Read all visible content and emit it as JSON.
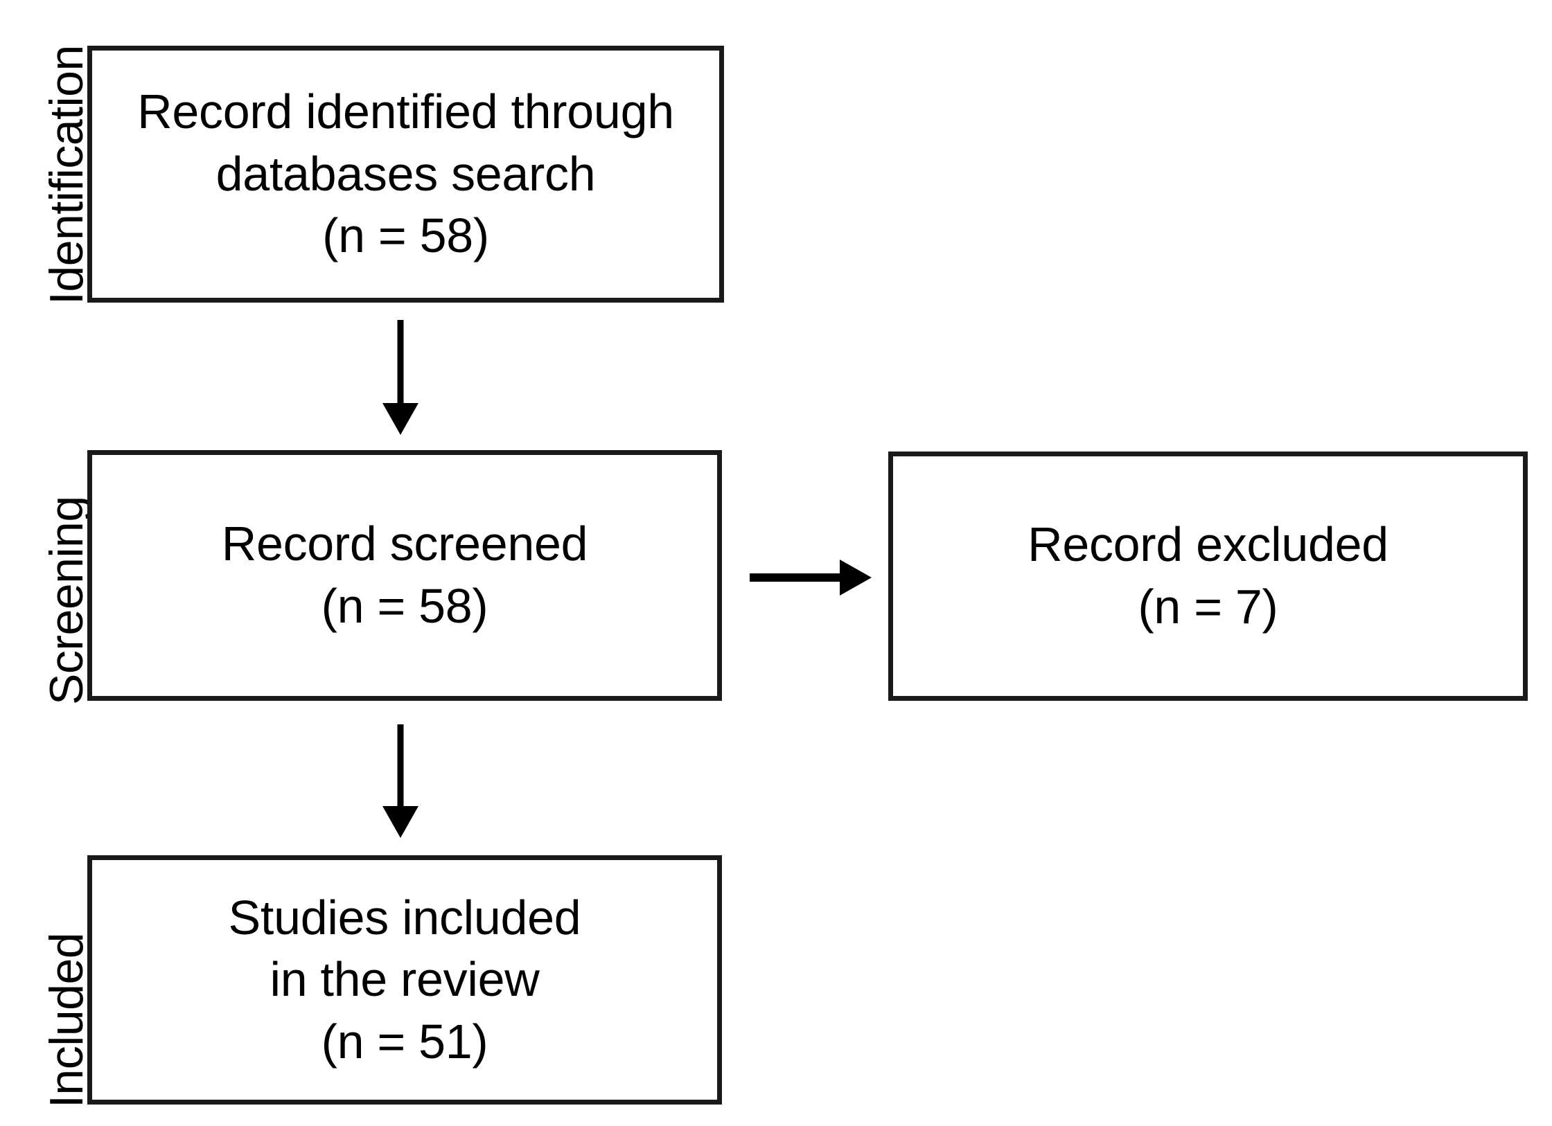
{
  "diagram": {
    "type": "prisma-flow-diagram",
    "background_color": "#ffffff",
    "line_color": "#000000",
    "stages": [
      {
        "id": "identification",
        "label": "Identification"
      },
      {
        "id": "screening",
        "label": "Screening"
      },
      {
        "id": "included",
        "label": "Included"
      }
    ],
    "boxes": [
      {
        "id": "records-identified",
        "stage": "identification",
        "lines": [
          "Record identified through",
          "databases search",
          "(n = 58)"
        ],
        "count_label": "(n = 58)",
        "count": 58
      },
      {
        "id": "records-screened",
        "stage": "screening",
        "lines": [
          "Record screened",
          "(n = 58)"
        ],
        "count_label": "(n = 58)",
        "count": 58
      },
      {
        "id": "records-excluded",
        "stage": "screening",
        "lines": [
          "Record excluded",
          "(n = 7)"
        ],
        "count_label": "(n = 7)",
        "count": 7
      },
      {
        "id": "studies-included",
        "stage": "included",
        "lines": [
          "Studies included",
          "in the review",
          "(n = 51)"
        ],
        "count_label": "(n = 51)",
        "count": 51
      }
    ],
    "arrows": [
      {
        "id": "identified-to-screened",
        "direction": "down",
        "from": "records-identified",
        "to": "records-screened"
      },
      {
        "id": "screened-to-excluded",
        "direction": "right",
        "from": "records-screened",
        "to": "records-excluded"
      },
      {
        "id": "screened-to-included",
        "direction": "down",
        "from": "records-screened",
        "to": "studies-included"
      }
    ]
  }
}
